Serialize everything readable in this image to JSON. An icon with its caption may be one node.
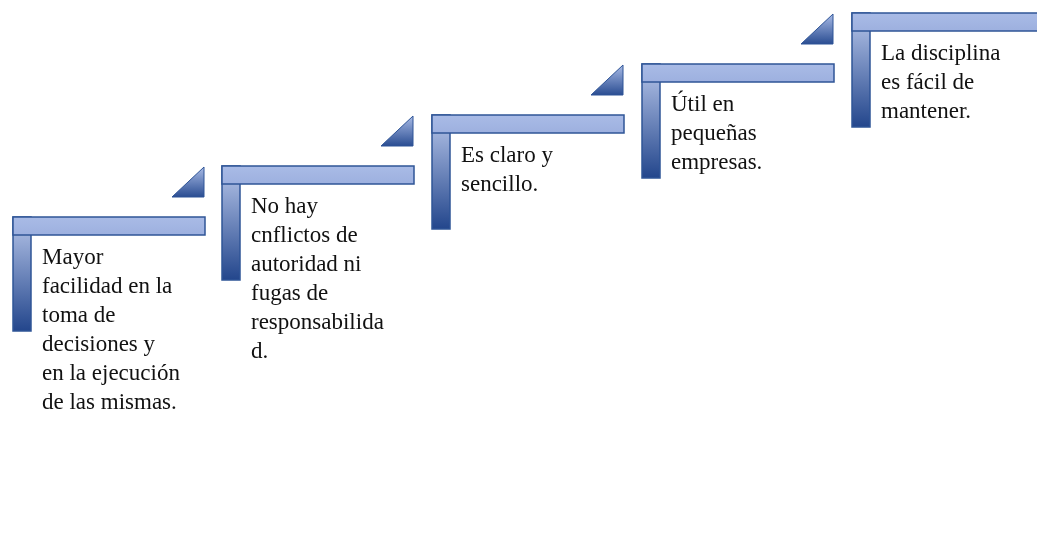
{
  "diagram": {
    "nodes": [
      {
        "text": [
          "Mayor facilidad en la toma de decisiones y en la ejecución de las mismas."
        ]
      },
      {
        "text": [
          "No hay cnflictos de autoridad ni fugas de responsabilidad."
        ]
      },
      {
        "text": [
          "Es claro y sencillo."
        ]
      },
      {
        "text": [
          "Útil en pequeñas empresas."
        ]
      },
      {
        "text": [
          "La disciplina es fácil de mantener."
        ]
      }
    ]
  }
}
